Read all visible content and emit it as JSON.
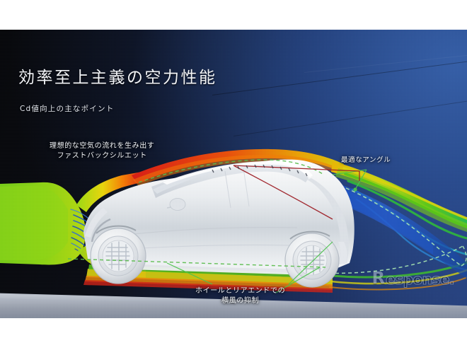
{
  "slide": {
    "title": "効率至上主義の空力性能",
    "subtitle": "Cd値向上の主なポイント",
    "callouts": {
      "fastback": "理想的な空気の流れを生み出す\nファストバックシルエット",
      "angle": "最適なアングル",
      "wheels_rear": "ホイールとリアエンドでの\n横風の抑制"
    },
    "watermark": {
      "mark": "R",
      "text": "esponse."
    },
    "colors": {
      "background_dark": "#08090c",
      "background_blue": "#33539b",
      "ground": "#b6bdc9",
      "body": "#e8eaec",
      "flow_high": "#d81e16",
      "flow_mid_high": "#f5a000",
      "flow_mid": "#c8d417",
      "flow_green": "#4fc617",
      "flow_low": "#1a53c8",
      "annotation_line": "#49c24a",
      "angle_line": "#8e1c22",
      "dashed_wake": "#9fe3a8"
    }
  }
}
